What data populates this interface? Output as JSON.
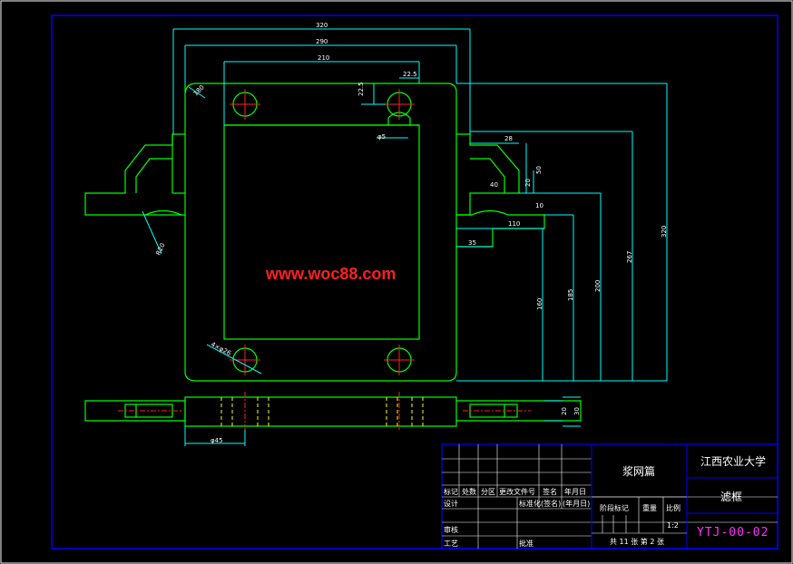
{
  "watermark": "www.woc88.com",
  "dimensions": {
    "d320_top": "320",
    "d290": "290",
    "d210": "210",
    "d22_5a": "22.5",
    "d22_5b": "22.5",
    "d180": "180",
    "d5": "φ5",
    "d28": "28",
    "d50": "50",
    "d20": "20",
    "d40": "40",
    "d10": "10",
    "d110": "110",
    "d35": "35",
    "d160": "160",
    "d185": "185",
    "d200": "200",
    "d267": "267",
    "d320_right": "320",
    "dR20": "R20",
    "dR4": "4×φ26",
    "d_bottom": "φ45",
    "d_side20": "20",
    "d_side30": "30"
  },
  "title_block": {
    "part_name": "浆网篇",
    "school": "江西农业大学",
    "drawing_name": "滤框",
    "code": "YTJ-00-02",
    "col_marker": "标记",
    "col_count": "处数",
    "col_zone": "分区",
    "col_change": "更改文件号",
    "col_sign": "签名",
    "col_date": "年月日",
    "row_design": "设计",
    "row_std": "标准化",
    "row_sign2": "(签名)",
    "row_date2": "(年月日)",
    "row_check": "审核",
    "row_process": "工艺",
    "row_approve": "批准",
    "stage_mark": "阶段标记",
    "weight": "重量",
    "scale": "比例",
    "scale_value": "1:2",
    "sheets": "共 11 张 第 2 张"
  }
}
